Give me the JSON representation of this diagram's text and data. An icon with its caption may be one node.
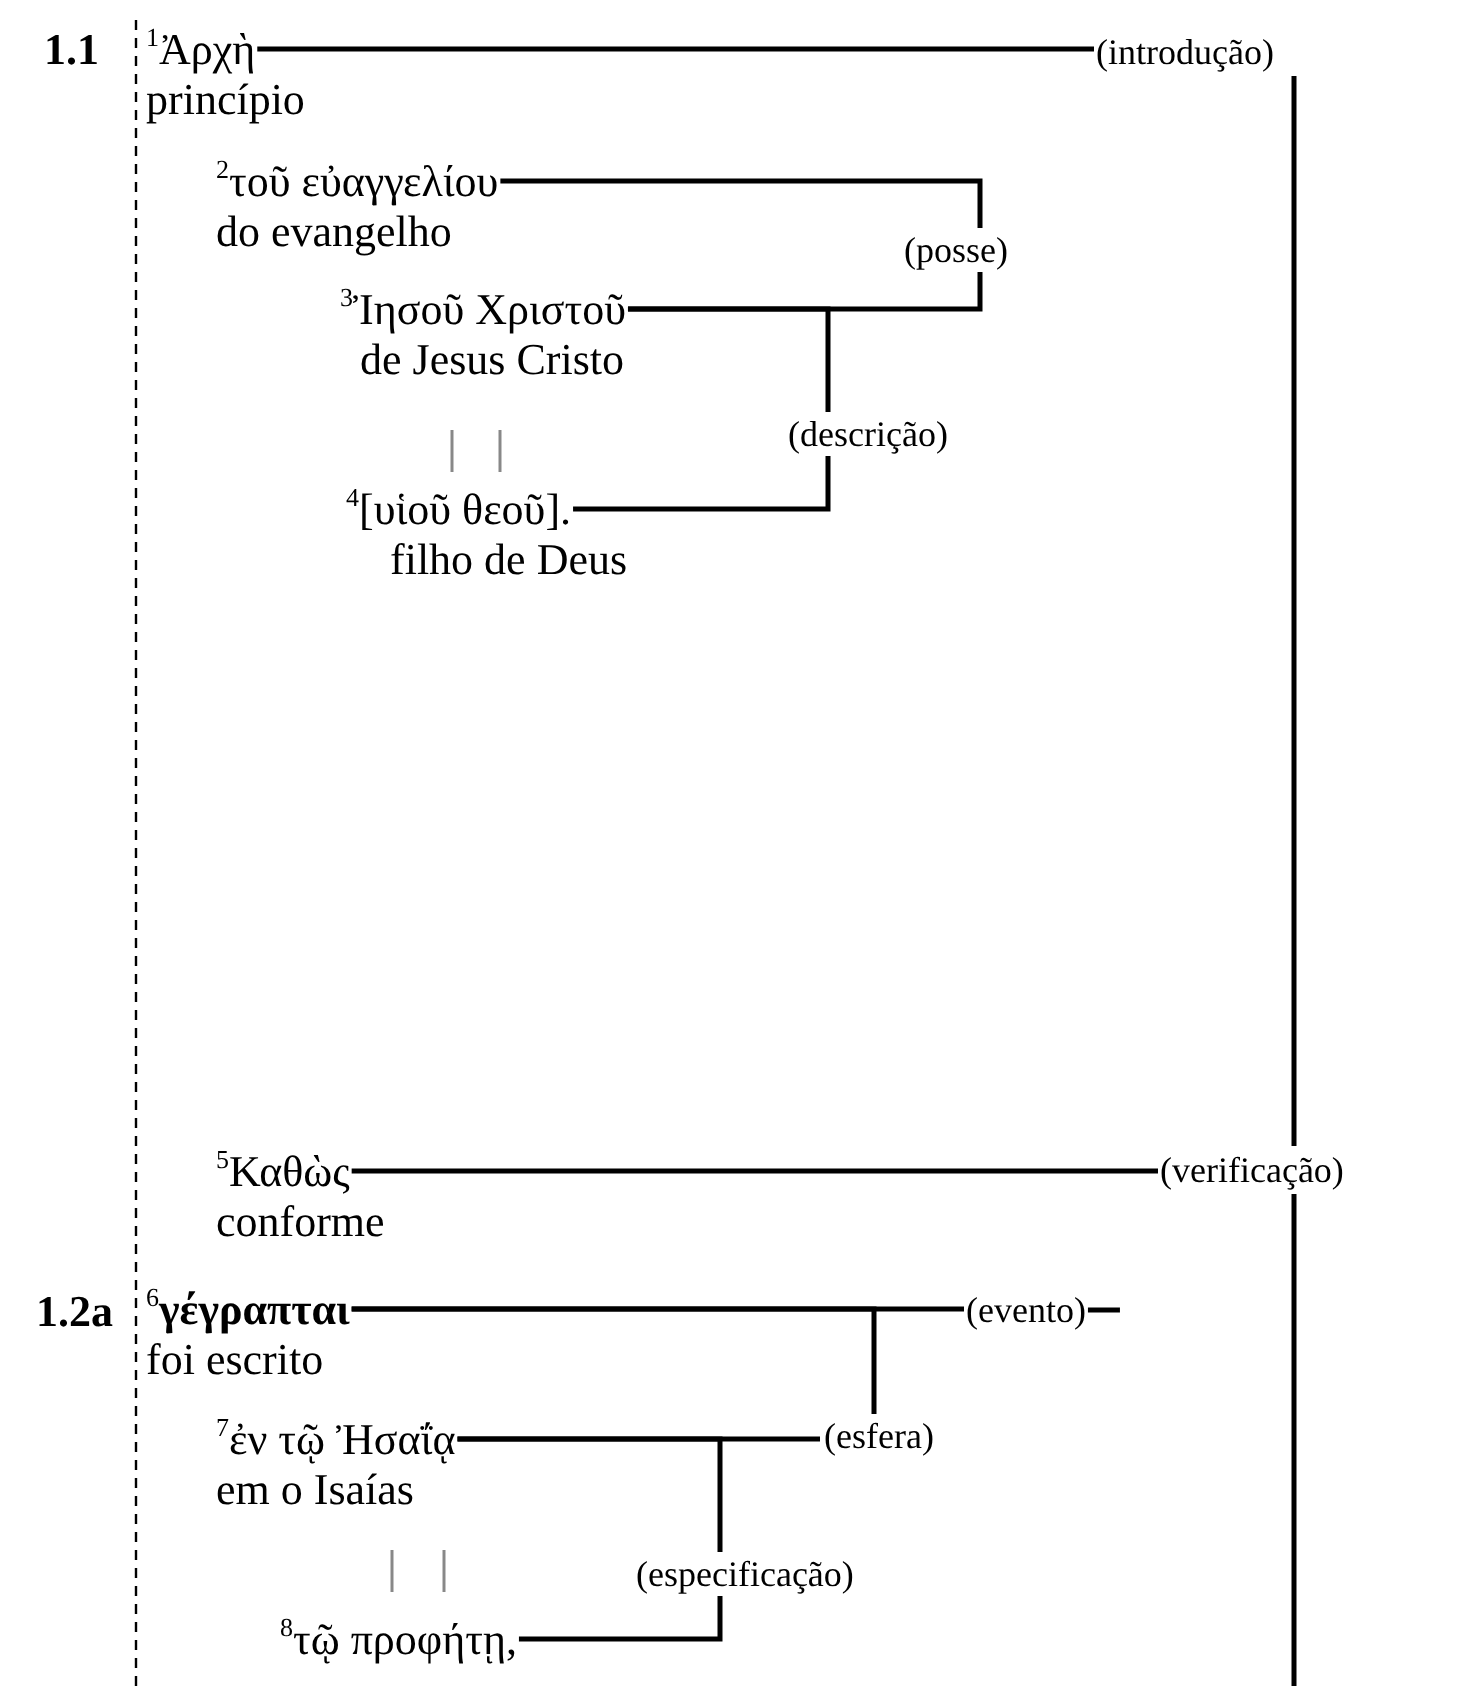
{
  "diagram": {
    "nodes": [
      {
        "text": [
          "$^{1}$Ἀρχὴ",
          "princípio"
        ]
      },
      {
        "text": [
          "$^{2}$τοῦ εὐαγγελίου",
          "do evangelho"
        ]
      },
      {
        "text": [
          "$^{3}$Ἰησοῦ Χριστοῦ",
          "de Jesus Cristo"
        ]
      },
      {
        "text": [
          "$^{4}$[υἱοῦ θεοῦ].",
          "filho de Deus"
        ]
      },
      {
        "text": [
          "(introdução)"
        ]
      },
      {
        "text": [
          "$^{5}$Καθὼς",
          "conforme"
        ]
      },
      {
        "text": [
          "$^{6}$**γέγραπται**",
          "foi escrito"
        ]
      },
      {
        "text": [
          "$^{7}$ἐν τῷ Ἠσαΐᾳ",
          "em o Isaías"
        ]
      },
      {
        "text": [
          "$^{8}$τῷ προφήτῃ,"
        ]
      },
      {
        "text": [
          "(verificação)"
        ]
      },
      {
        "text": [
          "(evento)"
        ]
      }
    ],
    "edges": [
      {
        "from": 0,
        "to": 4,
        "arrow": "none"
      },
      {
        "from": 1,
        "to": 2,
        "label": "(posse)",
        "arrow": "none"
      },
      {
        "from": 2,
        "to": 3,
        "label": "(descrição)",
        "arrow": "none"
      },
      {
        "from": 4,
        "to": 9,
        "arrow": "none"
      },
      {
        "from": 5,
        "to": 9,
        "arrow": "none"
      },
      {
        "from": 9,
        "to": null,
        "arrow": "none"
      },
      {
        "from": 6,
        "to": 10,
        "arrow": "none"
      },
      {
        "from": 10,
        "to": null,
        "arrow": "none"
      },
      {
        "from": 6,
        "to": 7,
        "label": "(esfera)",
        "arrow": "none"
      },
      {
        "from": 7,
        "to": 8,
        "label": "(especificação)",
        "arrow": "none"
      }
    ],
    "labels": [
      "1.1",
      "1.2a"
    ]
  }
}
